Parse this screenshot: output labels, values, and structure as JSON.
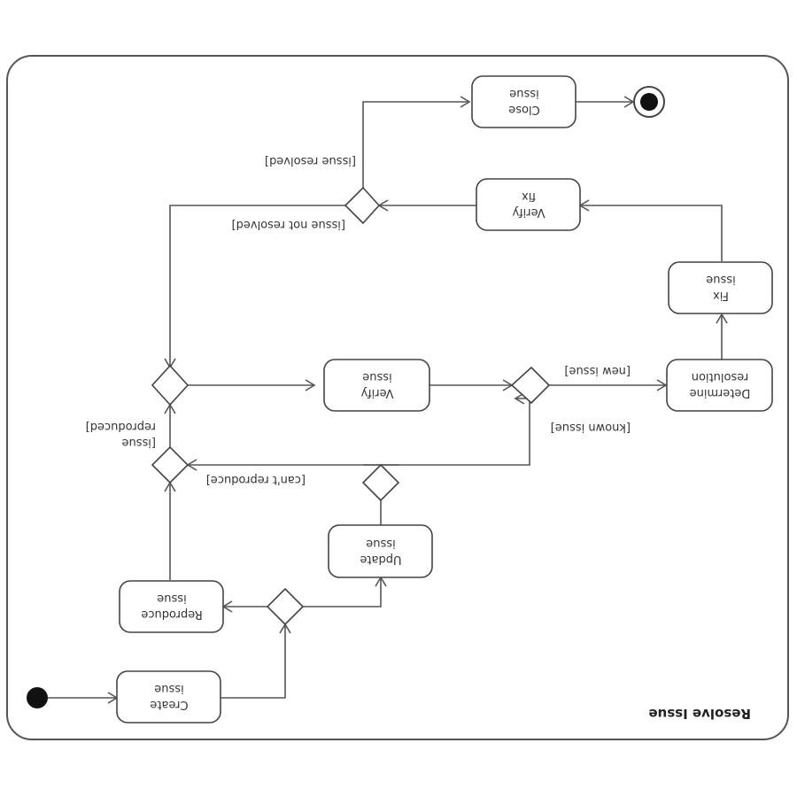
{
  "diagram": {
    "title": "Resolve Issue",
    "actions": {
      "create": [
        "Create",
        "issue"
      ],
      "reproduce": [
        "Reproduce",
        "issue"
      ],
      "update": [
        "Update",
        "issue"
      ],
      "verify": [
        "Verify",
        "issue"
      ],
      "determine": [
        "Determine",
        "resolution"
      ],
      "fix": [
        "Fix",
        "issue"
      ],
      "verify_fix": [
        "Verify",
        "fix"
      ],
      "close": [
        "Close",
        "issue"
      ]
    },
    "guards": {
      "issue_reproduced": [
        "[issue",
        "reproduced]"
      ],
      "cant_reproduce": "[can't reproduce]",
      "known_issue": "[known issue]",
      "new_issue": "[new issue]",
      "issue_not_resolved": "[issue not resolved]",
      "issue_resolved": "[issue resolved]"
    }
  }
}
